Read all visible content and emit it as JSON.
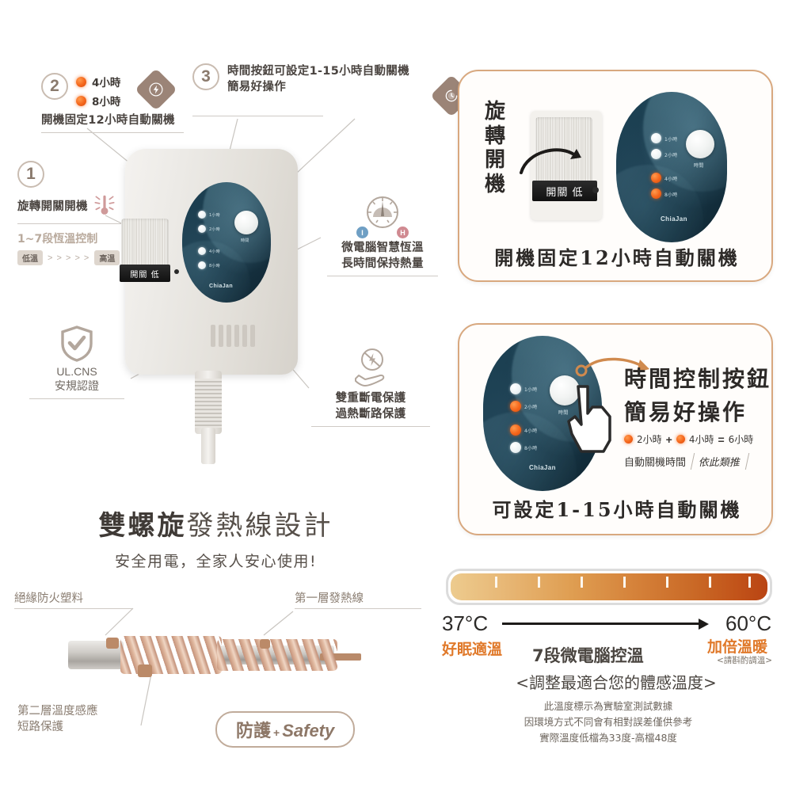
{
  "brand": "ChiaJan",
  "colors": {
    "accent_orange": "#e8711d",
    "led_on": "#f4651a",
    "card_border": "#d8a87f",
    "text_dark": "#4a4440",
    "text_muted": "#8a7a6d",
    "panel_dark": "#1a3a4b",
    "temp_cold": "#edcb8e",
    "temp_hot": "#b94413"
  },
  "left_section": {
    "step1": {
      "number": "1",
      "title": "旋轉開關開機",
      "sub": "1~7段恆溫控制",
      "low_label": "低溫",
      "arrows": "> > > > >",
      "high_label": "高溫",
      "icon": "thermometer-icon"
    },
    "step2": {
      "number": "2",
      "led_items": [
        {
          "label": "4小時",
          "state": "on"
        },
        {
          "label": "8小時",
          "state": "on"
        }
      ],
      "title": "開機固定12小時自動關機",
      "icon": "power-bolt-icon"
    },
    "step3": {
      "number": "3",
      "line1": "時間按鈕可設定1-15小時自動關機",
      "line2": "簡易好操作",
      "icon": "timer-clock-icon"
    },
    "feature_thermostat": {
      "line1": "微電腦智慧恆溫",
      "line2": "長時間保持熱量",
      "icon": "gauge-icon",
      "badge_low": "I",
      "badge_high": "H"
    },
    "feature_cert": {
      "line1": "UL.CNS",
      "line2": "安規認證",
      "icon": "shield-check-icon"
    },
    "feature_protect": {
      "line1": "雙重斷電保護",
      "line2": "過熱斷路保護",
      "icon": "hand-no-power-icon"
    },
    "device": {
      "dial_text": "開關 低",
      "panel_leds": [
        {
          "label": "1小時",
          "state": "off"
        },
        {
          "label": "2小時",
          "state": "off"
        },
        {
          "label": "4小時",
          "state": "off"
        },
        {
          "label": "8小時",
          "state": "off"
        }
      ],
      "knob_label": "時間",
      "brand": "ChiaJan"
    }
  },
  "card_top": {
    "brush_label": "旋轉開機",
    "brush_chars": [
      "旋",
      "轉",
      "開",
      "機"
    ],
    "dial_text": "開關 低",
    "caption": "開機固定12小時自動關機",
    "panel_leds": [
      {
        "label": "1小時",
        "state": "off"
      },
      {
        "label": "2小時",
        "state": "off"
      },
      {
        "label": "4小時",
        "state": "on"
      },
      {
        "label": "8小時",
        "state": "on"
      }
    ],
    "knob_label": "時間",
    "brand": "ChiaJan"
  },
  "card_bottom": {
    "brush_line1": "時間控制按鈕",
    "brush_line2": "簡易好操作",
    "formula": {
      "part1": "2小時",
      "plus": "+",
      "part2": "4小時",
      "equals": "=",
      "result": "6小時"
    },
    "note_left": "自動關機時間",
    "note_right": "依此類推",
    "caption": "可設定1-15小時自動關機",
    "panel_leds": [
      {
        "label": "1小時",
        "state": "off"
      },
      {
        "label": "2小時",
        "state": "on"
      },
      {
        "label": "4小時",
        "state": "on"
      },
      {
        "label": "8小時",
        "state": "off"
      }
    ],
    "knob_label": "時間",
    "brand": "ChiaJan",
    "cursor": "hand-pointer-icon"
  },
  "headline": {
    "bold_part": "雙螺旋",
    "rest_part": "發熱線設計",
    "sub": "安全用電，全家人安心使用!"
  },
  "cable": {
    "label_top_left": "絕緣防火塑料",
    "label_top_right": "第一層發熱線",
    "label_bottom_left_1": "第二層溫度感應",
    "label_bottom_left_2": "短路保護",
    "badge_cjk": "防護",
    "badge_plus": "+",
    "badge_en": "Safety"
  },
  "temperature": {
    "low_value": "37°C",
    "high_value": "60°C",
    "low_caption": "好眠適溫",
    "high_caption": "加倍溫暖",
    "high_note": "<請斟酌調溫>",
    "center_title": "7段微電腦控溫",
    "center_sub": "<調整最適合您的體感溫度>",
    "segments": 7,
    "disclaimer": [
      "此溫度標示為實驗室測試數據",
      "因環境方式不同會有相對誤差僅供參考",
      "實際溫度低檔為33度-高檔48度"
    ]
  }
}
